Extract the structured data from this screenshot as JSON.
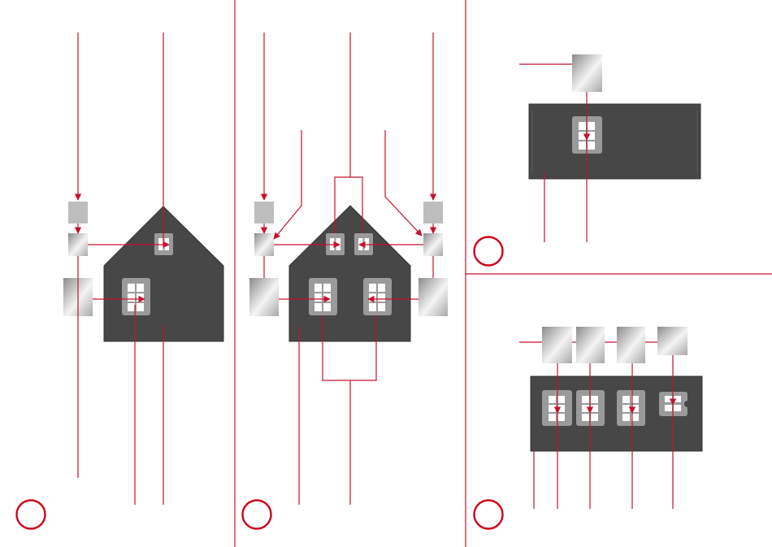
{
  "colors": {
    "leader_line": "#c8102e",
    "wall_fill": "#474747",
    "wall_stroke": "#333333",
    "window_frame": "#9a9a9a",
    "glass_pane": "#ffffff",
    "step_circle": "#d0021b"
  },
  "steps": [
    {
      "id": "step-1",
      "label": ""
    },
    {
      "id": "step-2",
      "label": ""
    },
    {
      "id": "step-3",
      "label": ""
    },
    {
      "id": "step-4",
      "label": ""
    }
  ],
  "icons": {
    "window": "window-icon",
    "glazing_sheet": "glazing-sheet-icon",
    "arrow": "arrowhead-icon"
  }
}
